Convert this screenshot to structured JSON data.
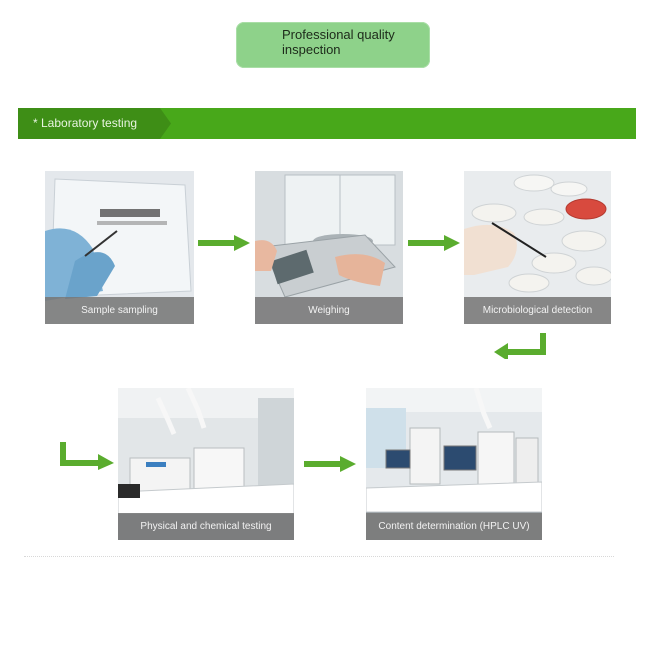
{
  "header": {
    "title_line1": "Professional quality",
    "title_line2": "inspection"
  },
  "banner": {
    "label": "* Laboratory testing"
  },
  "steps": [
    {
      "caption": "Sample sampling"
    },
    {
      "caption": "Weighing"
    },
    {
      "caption": "Microbiological detection"
    },
    {
      "caption": "Physical and chemical testing"
    },
    {
      "caption": "Content determination (HPLC UV)"
    }
  ],
  "colors": {
    "accent": "#48a81a",
    "arrow": "#5aac2e",
    "title_bg": "#8ed28a"
  }
}
